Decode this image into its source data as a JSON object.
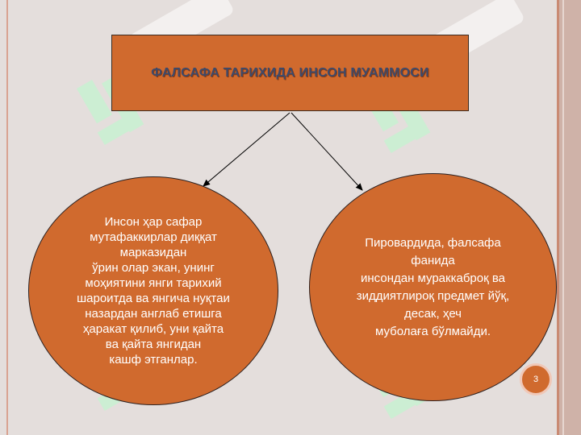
{
  "slide": {
    "title": "ФАЛСАФА ТАРИХИДА ИНСОН МУАММОСИ",
    "left_text": "Инсон ҳар сафар\nмутафаккирлар диққат\nмарказидан\nўрин олар экан, унинг\nмоҳиятини янги тарихий\nшароитда ва янгича нуқтаи\nназардан англаб етишга\nҳаракат қилиб, уни қайта\nва қайта янгидан\nкашф этганлар.",
    "right_text": "Пировардида, фалсафа\nфанида\nинсондан мураккаброқ ва\nзиддиятлироқ предмет йўқ,\nдесак, ҳеч\nмуболаға бўлмайди.",
    "page_number": "3"
  },
  "colors": {
    "background": "#e4dedc",
    "box_fill": "#d06a2e",
    "title_text": "#3d4a6b",
    "body_text": "#ffffff"
  }
}
